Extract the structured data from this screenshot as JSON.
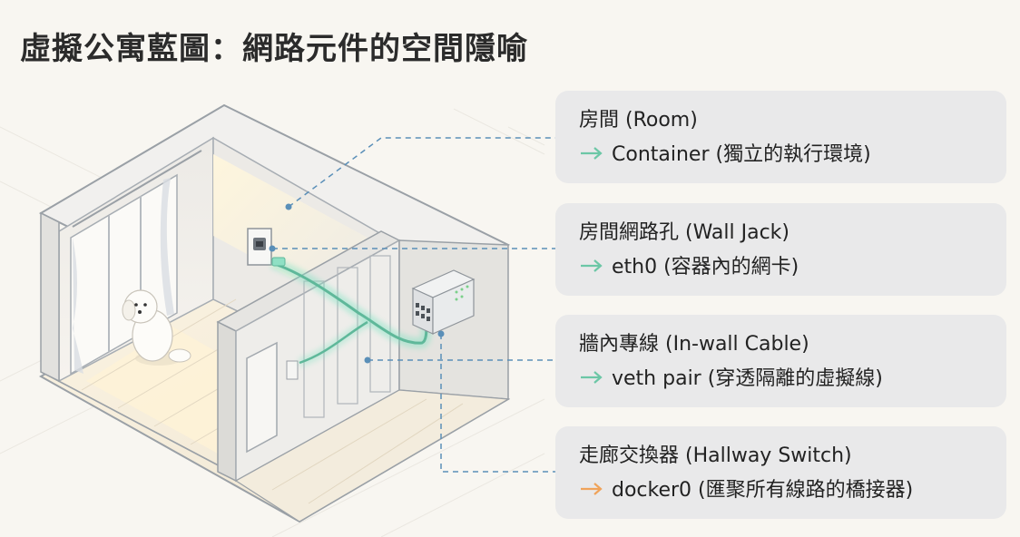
{
  "title": "虛擬公寓藍圖：網路元件的空間隱喻",
  "colors": {
    "background": "#f8f6f1",
    "card": "#e9e9ea",
    "arrow_green": "#6cc7a6",
    "arrow_orange": "#f0a35a",
    "dashed_line": "#5a8fb8",
    "cable_glow": "#7fe3c2"
  },
  "mappings": [
    {
      "title": "房間 (Room)",
      "arrow_icon": "arrow-right-green",
      "desc": "Container (獨立的執行環境)"
    },
    {
      "title": "房間網路孔 (Wall Jack)",
      "arrow_icon": "arrow-right-green",
      "desc": "eth0 (容器內的網卡)"
    },
    {
      "title": "牆內專線 (In-wall Cable)",
      "arrow_icon": "arrow-right-green",
      "desc": "veth pair (穿透隔離的虛擬線)"
    },
    {
      "title": "走廊交換器 (Hallway Switch)",
      "arrow_icon": "arrow-right-orange",
      "desc": "docker0 (匯聚所有線路的橋接器)"
    }
  ]
}
